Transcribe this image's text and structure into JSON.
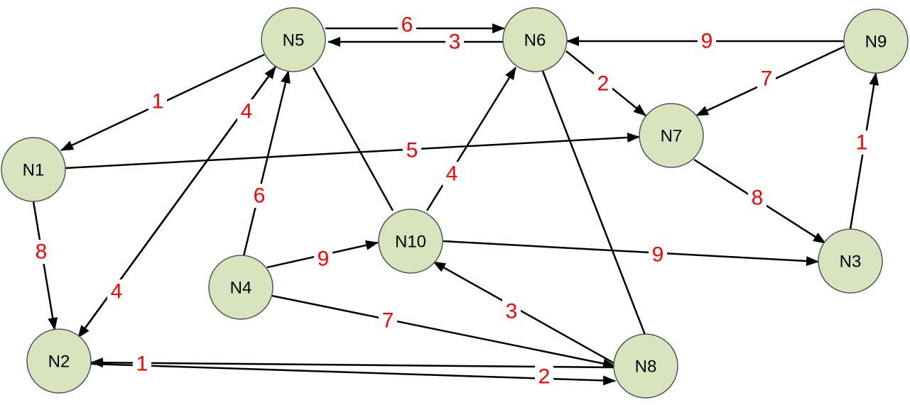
{
  "diagram": {
    "type": "directed-weighted-graph",
    "colors": {
      "node_fill": "#d7e4bd",
      "node_stroke": "#555555",
      "edge": "#000000",
      "weight": "#ff0000"
    },
    "nodes": [
      {
        "id": "N1",
        "label": "N1"
      },
      {
        "id": "N2",
        "label": "N2"
      },
      {
        "id": "N3",
        "label": "N3"
      },
      {
        "id": "N4",
        "label": "N4"
      },
      {
        "id": "N5",
        "label": "N5"
      },
      {
        "id": "N6",
        "label": "N6"
      },
      {
        "id": "N7",
        "label": "N7"
      },
      {
        "id": "N8",
        "label": "N8"
      },
      {
        "id": "N9",
        "label": "N9"
      },
      {
        "id": "N10",
        "label": "N10"
      }
    ],
    "edges": [
      {
        "from": "N5",
        "to": "N6",
        "weight": "6",
        "directed": true
      },
      {
        "from": "N6",
        "to": "N5",
        "weight": "3",
        "directed": true
      },
      {
        "from": "N9",
        "to": "N6",
        "weight": "9",
        "directed": true
      },
      {
        "from": "N5",
        "to": "N1",
        "weight": "1",
        "directed": true
      },
      {
        "from": "N6",
        "to": "N7",
        "weight": "2",
        "directed": true
      },
      {
        "from": "N9",
        "to": "N7",
        "weight": "7",
        "directed": true
      },
      {
        "from": "N1",
        "to": "N7",
        "weight": "5",
        "directed": true
      },
      {
        "from": "N3",
        "to": "N9",
        "weight": "1",
        "directed": true
      },
      {
        "from": "N7",
        "to": "N3",
        "weight": "8",
        "directed": true
      },
      {
        "from": "N10",
        "to": "N6",
        "weight": "4",
        "directed": true
      },
      {
        "from": "N4",
        "to": "N5",
        "weight": "6",
        "directed": true
      },
      {
        "from": "N1",
        "to": "N2",
        "weight": "8",
        "directed": true
      },
      {
        "from": "N4",
        "to": "N10",
        "weight": "9",
        "directed": true
      },
      {
        "from": "N10",
        "to": "N3",
        "weight": "9",
        "directed": true
      },
      {
        "from": "N8",
        "to": "N10",
        "weight": "3",
        "directed": true
      },
      {
        "from": "N4",
        "to": "N8",
        "weight": "7",
        "directed": true
      },
      {
        "from": "N8",
        "to": "N2",
        "weight": "1",
        "directed": true
      },
      {
        "from": "N2",
        "to": "N8",
        "weight": "2",
        "directed": true
      },
      {
        "from": "N5",
        "to": "N2",
        "weight": "4",
        "directed": true
      },
      {
        "from": "N2",
        "to": "N5",
        "weight": "4",
        "directed": true
      },
      {
        "from": "N5",
        "to": "N10",
        "weight": "",
        "directed": false
      },
      {
        "from": "N6",
        "to": "N8",
        "weight": "",
        "directed": false
      }
    ]
  }
}
